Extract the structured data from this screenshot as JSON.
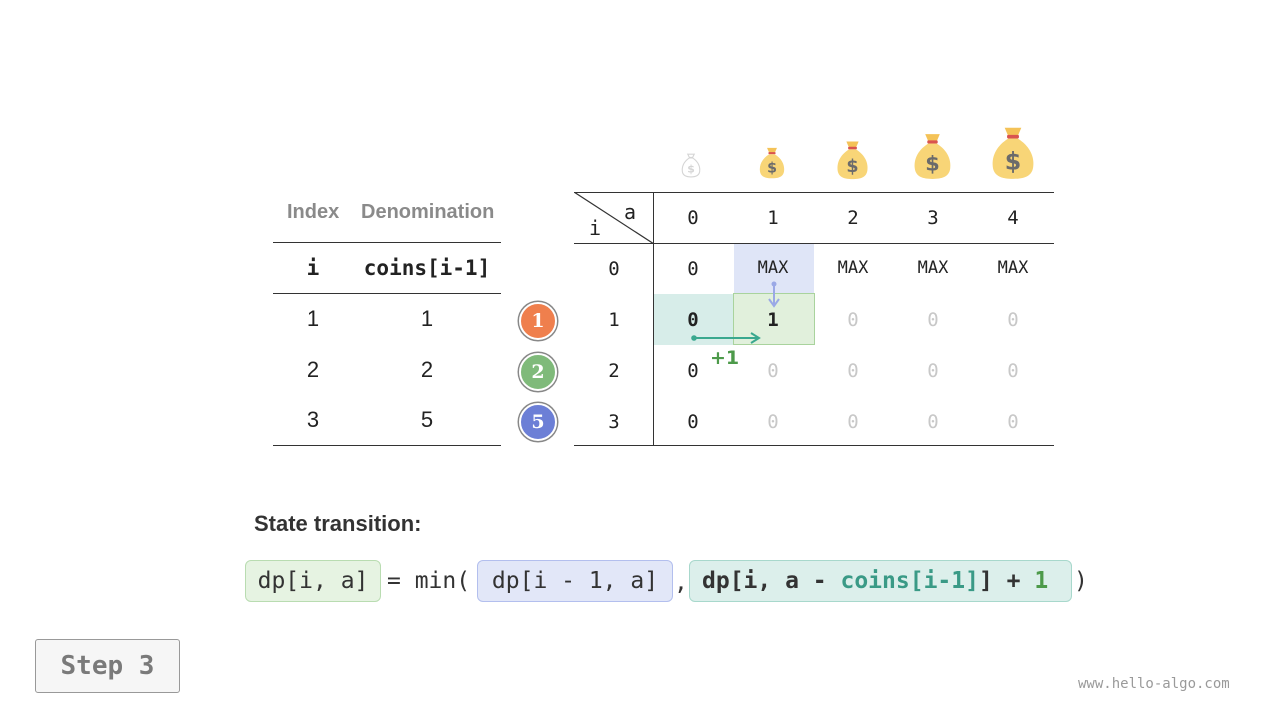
{
  "coin_table": {
    "header_index": "Index",
    "header_denomination": "Denomination",
    "sub_i": "i",
    "sub_coins": "coins[i-1]",
    "rows": [
      {
        "i": "1",
        "coin": "1"
      },
      {
        "i": "2",
        "coin": "2"
      },
      {
        "i": "3",
        "coin": "5"
      }
    ],
    "badges": [
      {
        "label": "1",
        "color": "#ef7f4d"
      },
      {
        "label": "2",
        "color": "#7fba7a"
      },
      {
        "label": "5",
        "color": "#6c7fd6"
      }
    ]
  },
  "dp_table": {
    "corner_col": "a",
    "corner_row": "i",
    "col_headers": [
      "0",
      "1",
      "2",
      "3",
      "4"
    ],
    "row_headers": [
      "0",
      "1",
      "2",
      "3"
    ],
    "rows": [
      [
        "0",
        "MAX",
        "MAX",
        "MAX",
        "MAX"
      ],
      [
        "0",
        "1",
        "0",
        "0",
        "0"
      ],
      [
        "0",
        "0",
        "0",
        "0",
        "0"
      ],
      [
        "0",
        "0",
        "0",
        "0",
        "0"
      ]
    ],
    "plus_one_label": "+1",
    "colors": {
      "above_highlight": "#dfe5f7",
      "left_highlight": "#d7ede9",
      "current_highlight": "#e1f0dc",
      "current_border": "#a9d39d",
      "arrow_down": "#9aa8e6",
      "arrow_right": "#3aa88f",
      "plus_one": "#4d9a4a",
      "faded_text": "#c8c8c8"
    }
  },
  "money_bag_icons": [
    "money-bag-icon",
    "money-bag-icon",
    "money-bag-icon",
    "money-bag-icon",
    "money-bag-icon"
  ],
  "formula": {
    "title": "State transition:",
    "lhs": "dp[i, a]",
    "eq_min": "= min(",
    "term1": "dp[i - 1, a]",
    "comma": ",",
    "term2_prefix": "dp[i, a - ",
    "term2_coins": "coins[i-1]",
    "term2_mid": "] + ",
    "term2_one": "1",
    "close": ")",
    "colors": {
      "lhs_bg": "#e6f3e2",
      "lhs_border": "#b9dcb1",
      "term1_bg": "#e2e7f8",
      "term1_border": "#b3bfee",
      "term2_bg": "#dcefeb",
      "term2_border": "#a8d8cc",
      "coins_text": "#3a9a86",
      "one_text": "#4d9a4a"
    }
  },
  "step_label": "Step 3",
  "watermark": "www.hello-algo.com"
}
